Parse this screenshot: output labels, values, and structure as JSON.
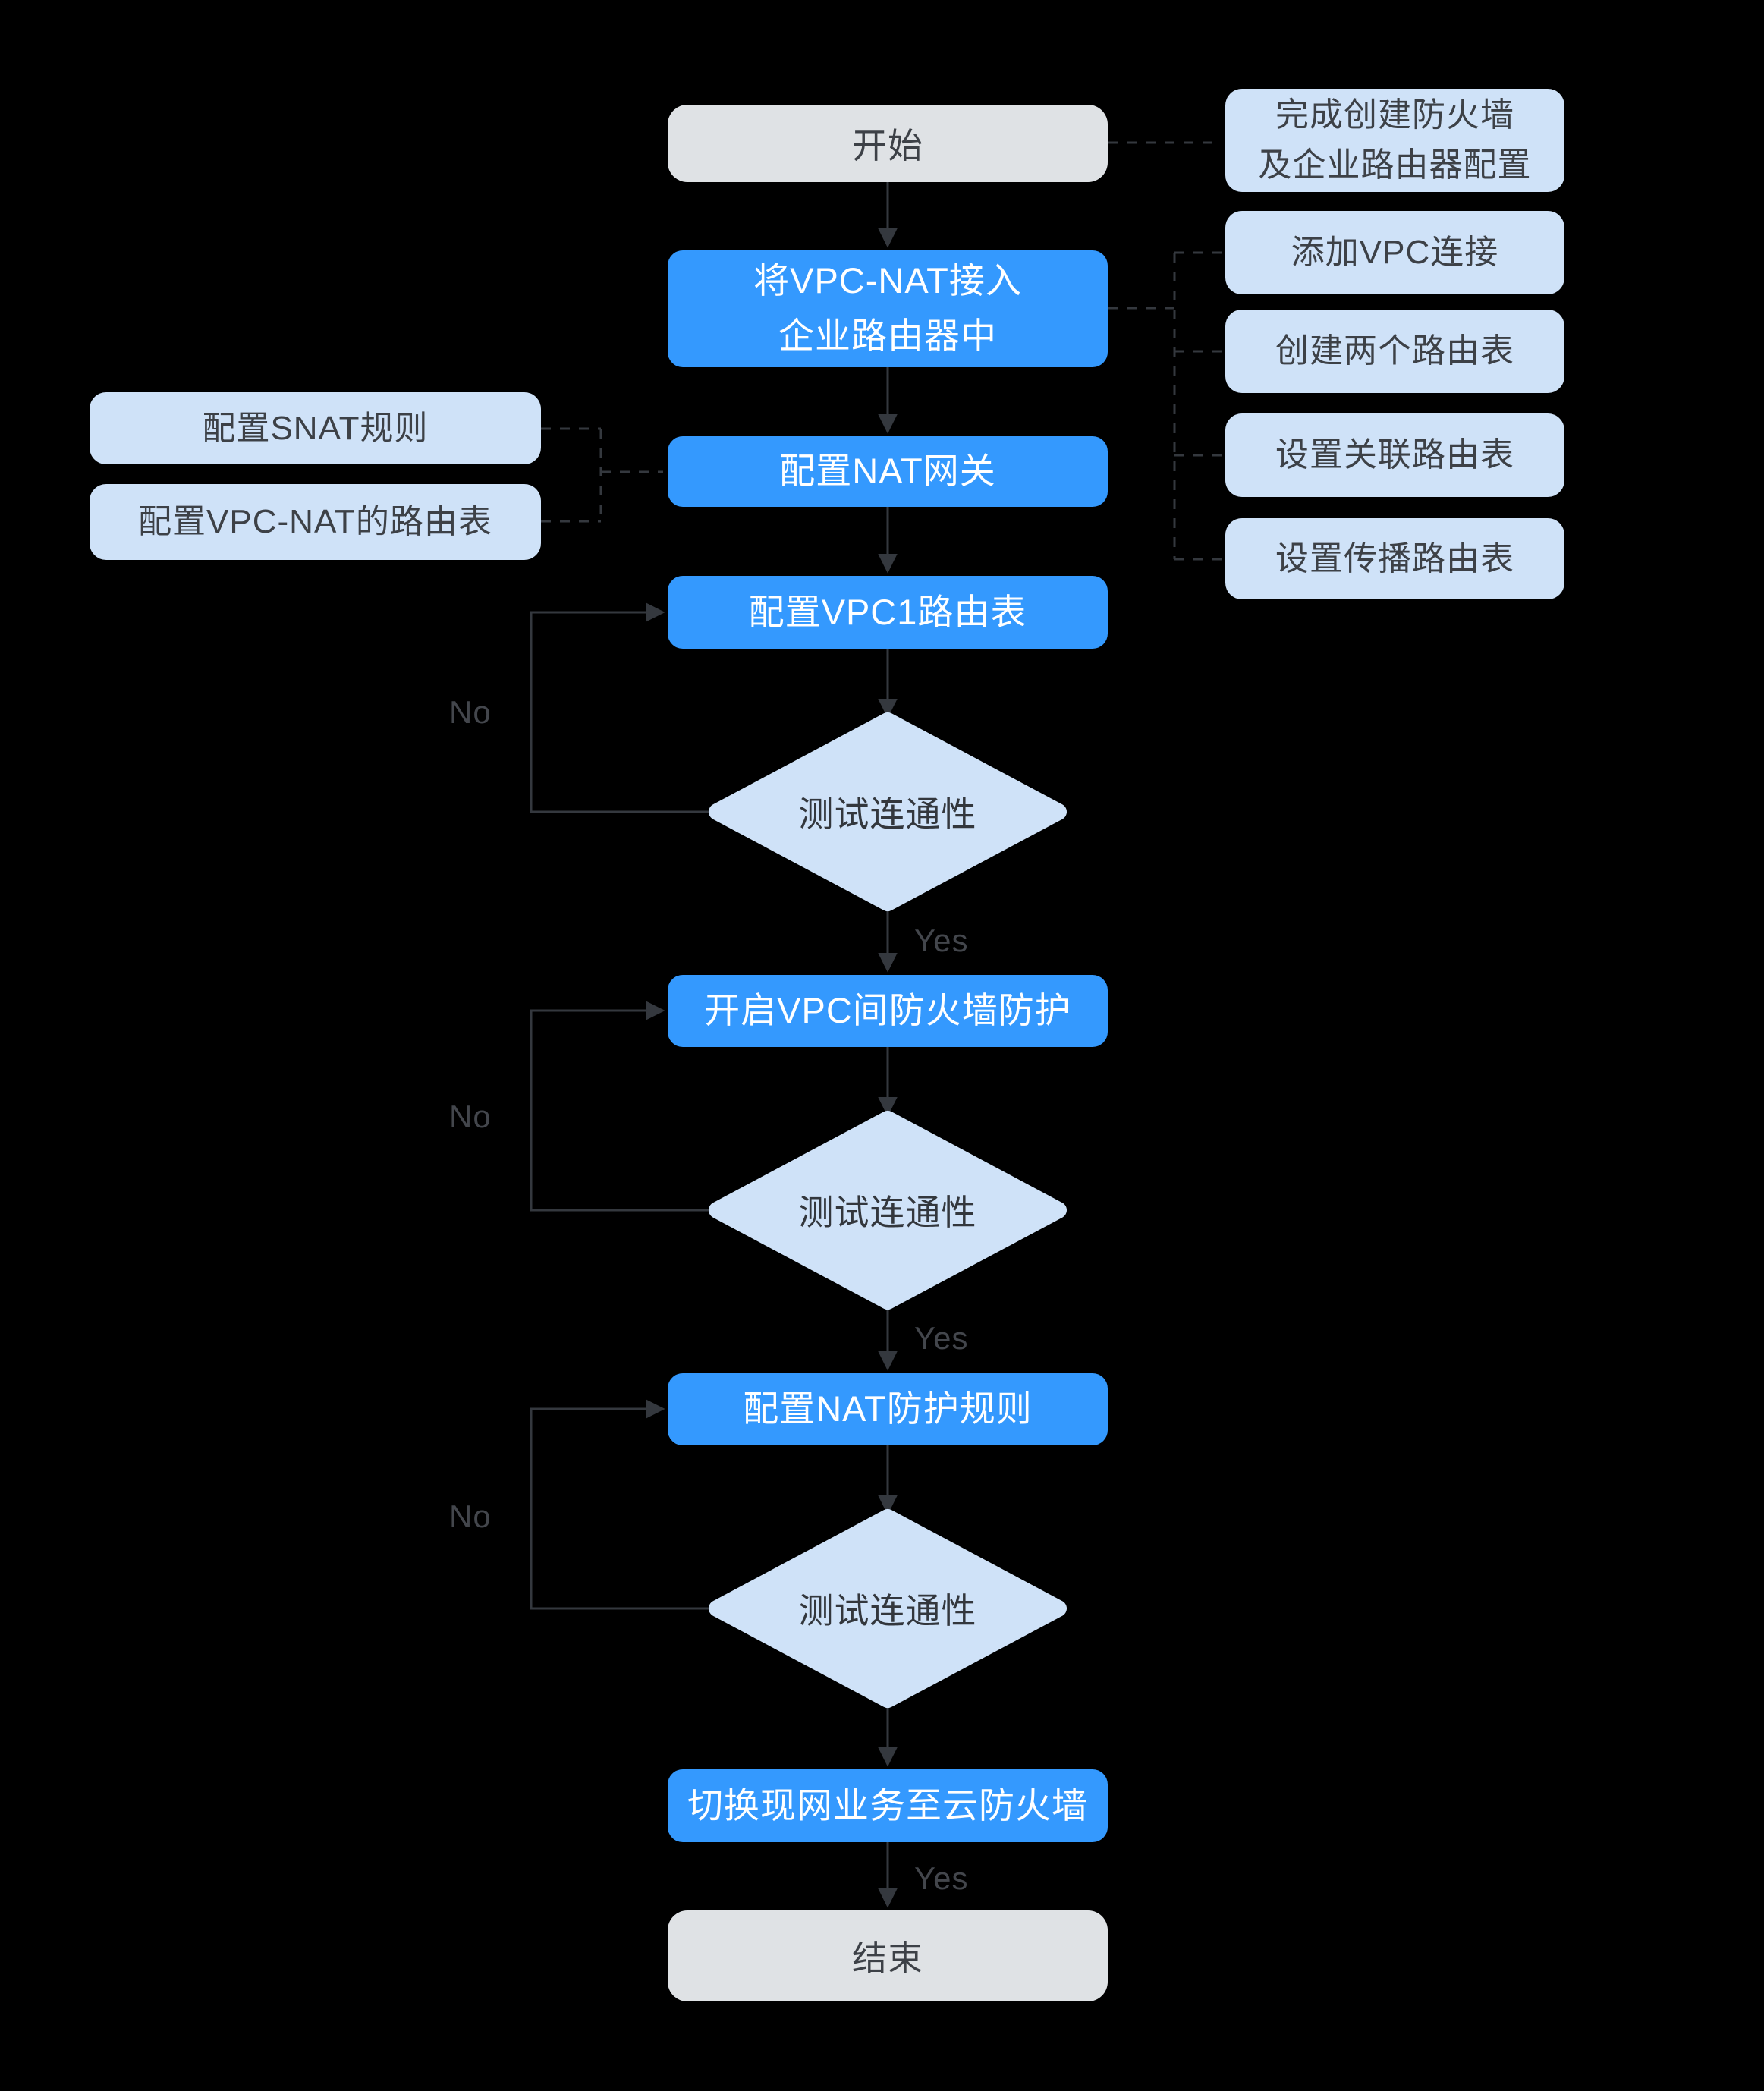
{
  "diagram": {
    "type": "flowchart",
    "background": "#000000",
    "colors": {
      "process_fill": "#3499fe",
      "process_text": "#ffffff",
      "terminal_fill": "#dfe2e5",
      "terminal_text": "#3d4147",
      "annotation_fill": "#cfe2f8",
      "annotation_text": "#3d4147",
      "decision_fill": "#cfe2f8",
      "decision_text": "#33373d",
      "connector_line": "#34383e",
      "edge_label_text": "#43464c"
    },
    "nodes": {
      "start": {
        "label": "开始",
        "type": "terminal"
      },
      "step1": {
        "label": "将VPC-NAT接入\n企业路由器中",
        "type": "process"
      },
      "step2": {
        "label": "配置NAT网关",
        "type": "process"
      },
      "step3": {
        "label": "配置VPC1路由表",
        "type": "process"
      },
      "decision1": {
        "label": "测试连通性",
        "type": "decision"
      },
      "step4": {
        "label": "开启VPC间防火墙防护",
        "type": "process"
      },
      "decision2": {
        "label": "测试连通性",
        "type": "decision"
      },
      "step5": {
        "label": "配置NAT防护规则",
        "type": "process"
      },
      "decision3": {
        "label": "测试连通性",
        "type": "decision"
      },
      "step6": {
        "label": "切换现网业务至云防火墙",
        "type": "process"
      },
      "end": {
        "label": "结束",
        "type": "terminal"
      }
    },
    "annotations_left": [
      {
        "label": "配置SNAT规则"
      },
      {
        "label": "配置VPC-NAT的路由表"
      }
    ],
    "annotations_right": [
      {
        "label": "完成创建防火墙\n及企业路由器配置"
      },
      {
        "label": "添加VPC连接"
      },
      {
        "label": "创建两个路由表"
      },
      {
        "label": "设置关联路由表"
      },
      {
        "label": "设置传播路由表"
      }
    ],
    "edge_labels": {
      "yes1": "Yes",
      "yes2": "Yes",
      "yes3": "Yes",
      "no1": "No",
      "no2": "No",
      "no3": "No"
    }
  }
}
